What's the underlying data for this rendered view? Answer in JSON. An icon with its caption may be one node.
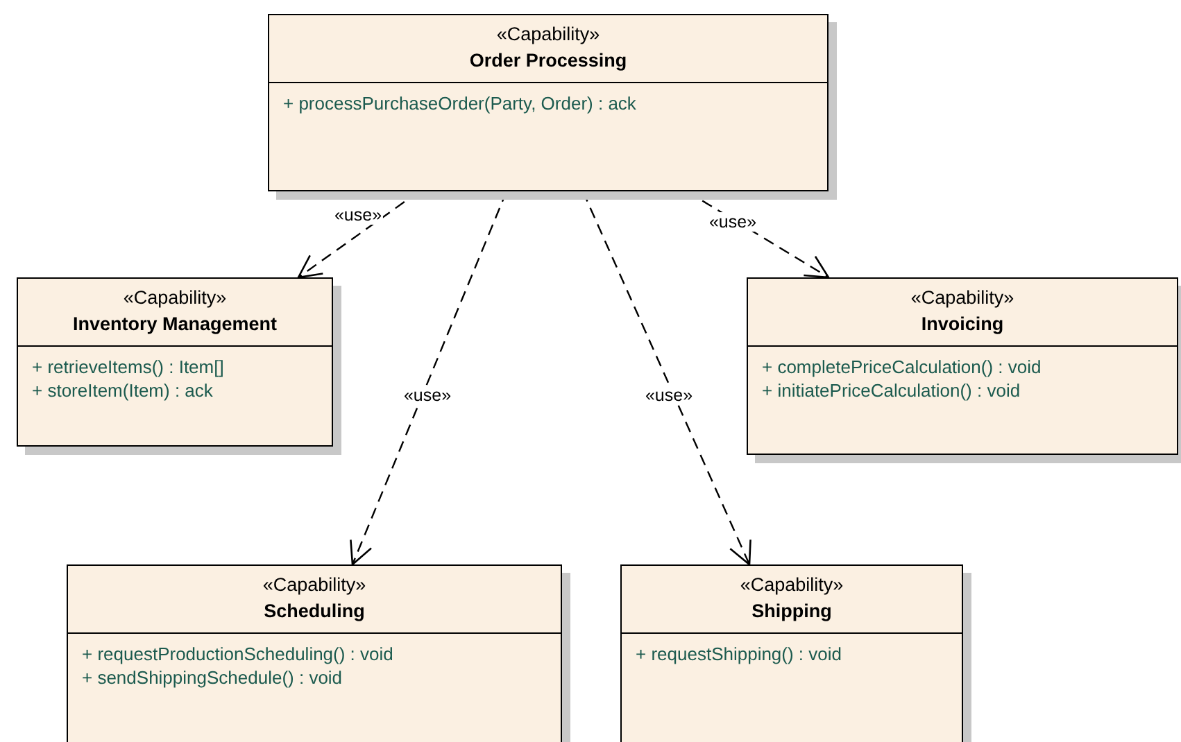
{
  "diagram": {
    "nodes": [
      {
        "text": [
          "«Capability»",
          "Order Processing",
          "+ processPurchaseOrder(Party, Order) : ack"
        ]
      },
      {
        "text": [
          "«Capability»",
          "Inventory Management",
          "+ retrieveItems() : Item[]",
          "+ storeItem(Item) : ack"
        ]
      },
      {
        "text": [
          "«Capability»",
          "Invoicing",
          "+ completePriceCalculation() : void",
          "+ initiatePriceCalculation() : void"
        ]
      },
      {
        "text": [
          "«Capability»",
          "Scheduling",
          "+ requestProductionScheduling() : void",
          "+ sendShippingSchedule() : void"
        ]
      },
      {
        "text": [
          "«Capability»",
          "Shipping",
          "+ requestShipping() : void"
        ]
      }
    ],
    "edges": [
      {
        "from": 0,
        "to": 1,
        "arrow": "to",
        "label": "«use»",
        "style": "dashed"
      },
      {
        "from": 0,
        "to": 2,
        "arrow": "to",
        "label": "«use»",
        "style": "dashed"
      },
      {
        "from": 0,
        "to": 3,
        "arrow": "to",
        "label": "«use»",
        "style": "dashed"
      },
      {
        "from": 0,
        "to": 4,
        "arrow": "to",
        "label": "«use»",
        "style": "dashed"
      }
    ]
  }
}
